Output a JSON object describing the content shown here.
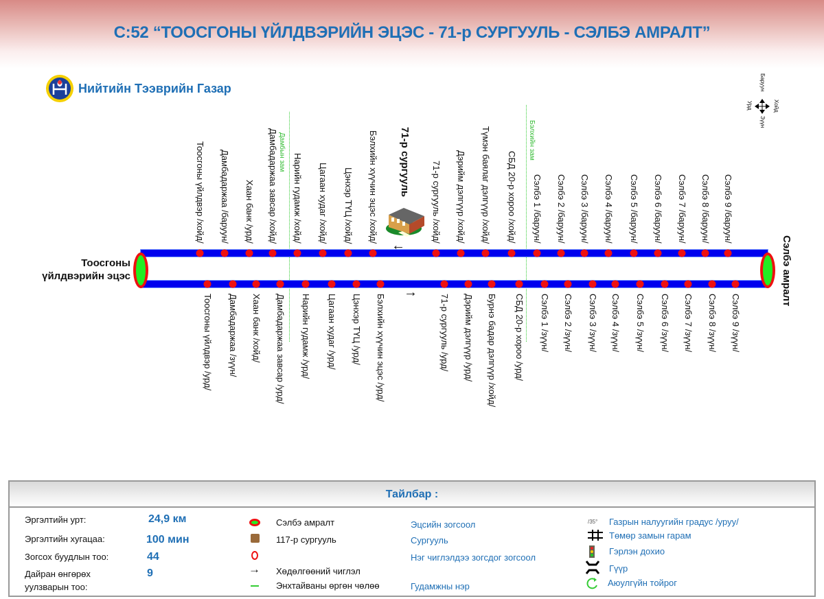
{
  "header": {
    "title": "С:52 “ТООСГОНЫ ҮЙЛДВЭРИЙН ЭЦЭС -  71-р СУРГУУЛЬ - СЭЛБЭ АМРАЛТ”",
    "org": "Нийтийн Тээврийн Газар"
  },
  "compass": {
    "north": "Хойд",
    "south": "Урд",
    "west": "Баруун",
    "east": "Зүүн"
  },
  "terminals": {
    "start": "Тоосгоны үйлдвэрийн эцэс",
    "end": "Сэлбэ амралт"
  },
  "school": {
    "label": "71-р сургууль"
  },
  "streets": [
    {
      "name": "Дамбын зам"
    },
    {
      "name": "Бэлхийн зам"
    }
  ],
  "stops_top": [
    "Тоосгоны үйлдвэр /хойд/",
    "Дамбадаржаа /баруун/",
    "Хаан банк /урд/",
    "Дамбадаржаа завсар /хойд/",
    "Нарийн гудамж /хойд/",
    "Цагаан худаг /хойд/",
    "Цэнхэр ТҮЦ /хойд/",
    "Бэлхийн хүүчин эцэс /хойд/",
    "71-р сургууль /хойд/",
    "Дэрийм дэлгүүр /хойд/",
    "Түмэн баялаг дэлгүүр /хойд/",
    "СБД 20-р хороо /хойд/",
    "Сэлбэ 1 /баруун/",
    "Сэлбэ 2 /баруун/",
    "Сэлбэ 3 /баруун/",
    "Сэлбэ 4 /баруун/",
    "Сэлбэ 5 /баруун/",
    "Сэлбэ 6 /баруун/",
    "Сэлбэ 7 /баруун/",
    "Сэлбэ 8 /баруун/",
    "Сэлбэ 9 /баруун/"
  ],
  "stops_bottom": [
    "Тоосгоны үйлдвэр /урд/",
    "Дамбадаржаа /зүүн/",
    "Хаан банк /хойд/",
    "Дамбадаржаа завсар /урд/",
    "Нарийн гудамж /урд/",
    "Цагаан худаг /урд/",
    "Цэнхэр ТҮЦ /урд/",
    "Бэлхийн хүүчин эцэс /урд/",
    "71-р сургууль /урд/",
    "Дэрийм дэлгүүр /урд/",
    "Бурнэ бадар дэлгүүр /хойд/",
    "СБД 20-р хороо /урд/",
    "Сэлбэ 1 /зүүн/",
    "Сэлбэ 2 /зүүн/",
    "Сэлбэ 3 /зүүн/",
    "Сэлбэ 4 /зүүн/",
    "Сэлбэ 5 /зүүн/",
    "Сэлбэ 6 /зүүн/",
    "Сэлбэ 7 /зүүн/",
    "Сэлбэ 8 /зүүн/",
    "Сэлбэ 9 /зүүн/"
  ],
  "legend": {
    "title": "Тайлбар :",
    "stats": [
      {
        "label": "Эргэлтийн урт:",
        "value": "24,9 км"
      },
      {
        "label": "Эргэлтийн хугацаа:",
        "value": "100 мин"
      },
      {
        "label": "Зогсох буудлын тоо:",
        "value": "44"
      },
      {
        "label": "Дайран өнгөрөх\nуулзварын тоо:",
        "value": "9"
      }
    ],
    "symbols": [
      {
        "label": "Сэлбэ амралт",
        "meaning": "Эцсийн зогсоол"
      },
      {
        "label": "117-р сургууль",
        "meaning": "Сургууль"
      },
      {
        "label": "",
        "meaning": "Нэг чиглэлдээ зогсдог зогсоол"
      },
      {
        "label": "Хөдөлгөөний чиглэл",
        "meaning": ""
      },
      {
        "label": "Энхтайваны өргөн чөлөө",
        "meaning": "Гудамжны нэр"
      }
    ],
    "signs": [
      {
        "icon_text": "/35°",
        "label": "Газрын налуугийн градус /уруу/"
      },
      {
        "label": "Төмөр замын гарам"
      },
      {
        "label": "Гэрлэн дохио"
      },
      {
        "label": "Гүүр"
      },
      {
        "label": "Аюулгүйн тойрог"
      }
    ]
  },
  "colors": {
    "route": "#0000ee",
    "stop": "#ee1111",
    "terminal_fill": "#22ee22",
    "accent": "#1f6fb5",
    "street": "#33cc33"
  }
}
